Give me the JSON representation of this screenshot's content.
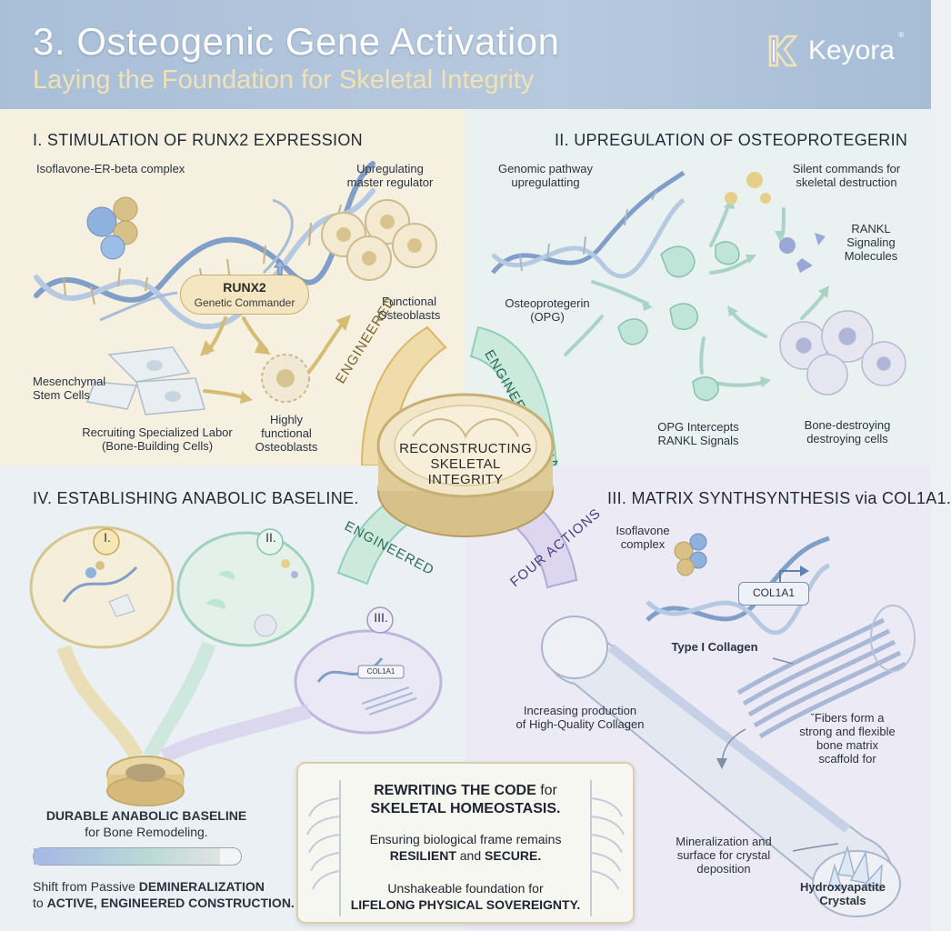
{
  "header": {
    "title": "3. Osteogenic Gene Activation",
    "subtitle": "Laying the Foundation for Skeletal Integrity",
    "logo_text": "Keyora",
    "logo_tm": "®"
  },
  "center": {
    "text": "RECONSTRUCTING\nSKELETAL\nINTEGRITY",
    "ring_labels": [
      "ENGINEERED",
      "ENGINEERED RNA",
      "ENGINEERED",
      "FOUR ACTIONS"
    ]
  },
  "q1": {
    "title": "I. STIMULATION OF RUNX2 EXPRESSION",
    "complex_label": "Isoflavone-ER-beta complex",
    "upregulating_label": "Upregulating\nmaster regulator",
    "runx2_title": "RUNX2",
    "runx2_sub": "Genetic Commander",
    "functional_label": "Functional\nOsteoblasts",
    "msc_label": "Mesenchymal\nStem Cells",
    "recruiting_label": "Recruiting Specialized Labor\n(Bone-Building Cells)",
    "highly_label": "Highly\nfunctional\nOsteoblasts"
  },
  "q2": {
    "title": "II. UPREGULATION OF OSTEOPROTEGERIN",
    "genomic_label": "Genomic pathway\nupregulatting",
    "silent_label": "Silent commands for\nskeletal destruction",
    "rankl_label": "RANKL\nSignaling\nMolecules",
    "opg_label": "Osteoprotegerin\n(OPG)",
    "intercepts_label": "OPG Intercepts\nRANKL Signals",
    "destroying_label": "Bone-destroying\ndestroying cells"
  },
  "q4": {
    "title": "IV. ESTABLISHING ANABOLIC BASELINE.",
    "markers": [
      "I.",
      "II.",
      "III."
    ],
    "col_small": "COL1A1",
    "baseline_bold": "DURABLE ANABOLIC BASELINE",
    "baseline_sub": "for Bone Remodeling.",
    "bar_fill_fraction": 0.9,
    "shift_line1_a": "Shift from Passive ",
    "shift_line1_b": "DEMINERALIZATION",
    "shift_line2_a": "to ",
    "shift_line2_b": "ACTIVE, ENGINEERED CONSTRUCTION."
  },
  "q3": {
    "title": "III. MATRIX SYNTHSYNTHESIS via COL1A1.",
    "isoflavone_label": "Isoflavone\ncomplex",
    "col1a1": "COL1A1",
    "collagen_label": "Type I Collagen",
    "increasing_label": "Increasing production\nof High-Quality Collagen",
    "fibers_label": "ˇFibers form a\nstrong and flexible\nbone matrix\nscaffold for",
    "mineral_label": "Mineralization and\nsurface for crystal\ndeposition",
    "hydroxy_label": "Hydroxyapatite\nCrystals"
  },
  "card": {
    "title_a": "REWRITING THE CODE",
    "title_b": " for",
    "title_line2": "SKELETAL HOMEOSTASIS.",
    "t1_line1": "Ensuring biological frame remains",
    "t1_b1": "RESILIENT",
    "t1_mid": " and ",
    "t1_b2": "SECURE.",
    "t2_line1": "Unshakeable foundation for",
    "t2_line2": "LIFELONG PHYSICAL SOVEREIGNTY."
  },
  "colors": {
    "gold": "#d8b766",
    "mint": "#8fcfb8",
    "lavender": "#b2a9d8",
    "dna_blue": "#7f9fc9"
  }
}
